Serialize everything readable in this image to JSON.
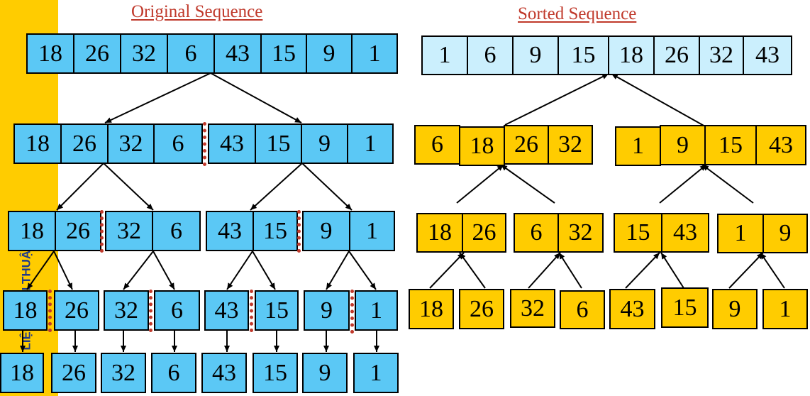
{
  "titles": {
    "original": "Original Sequence",
    "sorted": "Sorted Sequence"
  },
  "sidebar": {
    "watermark": "LIỆU - GIẢI THUẬT"
  },
  "original": {
    "level0": [
      "18",
      "26",
      "32",
      "6",
      "43",
      "15",
      "9",
      "1"
    ],
    "level1": [
      [
        "18",
        "26",
        "32",
        "6"
      ],
      [
        "43",
        "15",
        "9",
        "1"
      ]
    ],
    "level2": [
      [
        "18",
        "26"
      ],
      [
        "32",
        "6"
      ],
      [
        "43",
        "15"
      ],
      [
        "9",
        "1"
      ]
    ],
    "level3": [
      "18",
      "26",
      "32",
      "6",
      "43",
      "15",
      "9",
      "1"
    ],
    "level4": [
      "18",
      "26",
      "32",
      "6",
      "43",
      "15",
      "9",
      "1"
    ]
  },
  "merged": {
    "singles": [
      "18",
      "26",
      "32",
      "6",
      "43",
      "15",
      "9",
      "1"
    ],
    "pairs": [
      [
        "18",
        "26"
      ],
      [
        "6",
        "32"
      ],
      [
        "15",
        "43"
      ],
      [
        "1",
        "9"
      ]
    ],
    "quads": [
      [
        "6",
        "18",
        "26",
        "32"
      ],
      [
        "1",
        "9",
        "15",
        "43"
      ]
    ],
    "sorted": [
      "1",
      "6",
      "9",
      "15",
      "18",
      "26",
      "32",
      "43"
    ]
  },
  "colors": {
    "blue": "#5BC8F5",
    "light_blue": "#CBEFFD",
    "gold": "#FFCC00",
    "divider": "#C0392B",
    "title": "#C0392B"
  }
}
